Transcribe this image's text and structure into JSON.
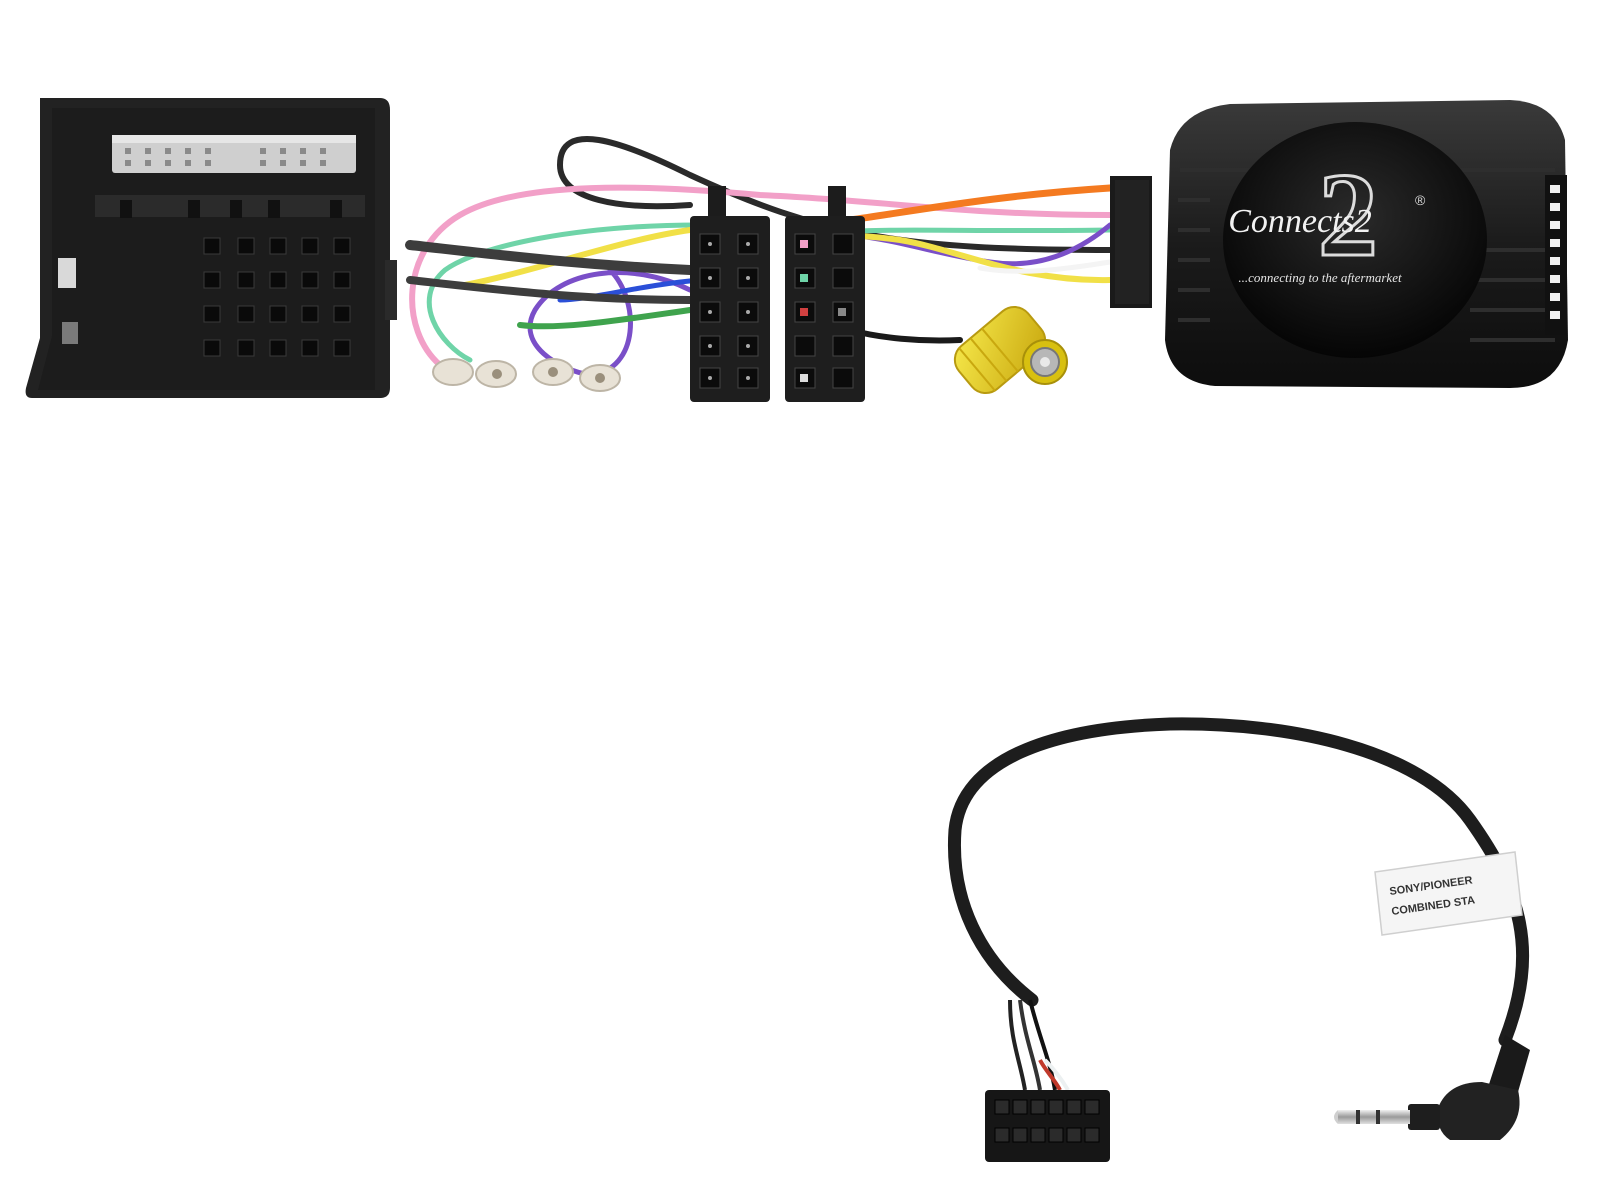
{
  "product": {
    "brand_logo": "Connects2",
    "registered_mark": "®",
    "tagline": "...connecting to the aftermarket"
  },
  "cable_label": {
    "line1": "SONY/PIONEER",
    "line2": "COMBINED STA"
  },
  "colors": {
    "background": "#ffffff",
    "connector_black": "#1e1e1e",
    "module_black": "#151515",
    "rca_yellow": "#e9d21a",
    "wires": [
      "#f47a20",
      "#f2a0c8",
      "#6fd4a8",
      "#7a4fc8",
      "#f1e047",
      "#3d3d3d",
      "#2b4fd8",
      "#3fa34d"
    ]
  }
}
